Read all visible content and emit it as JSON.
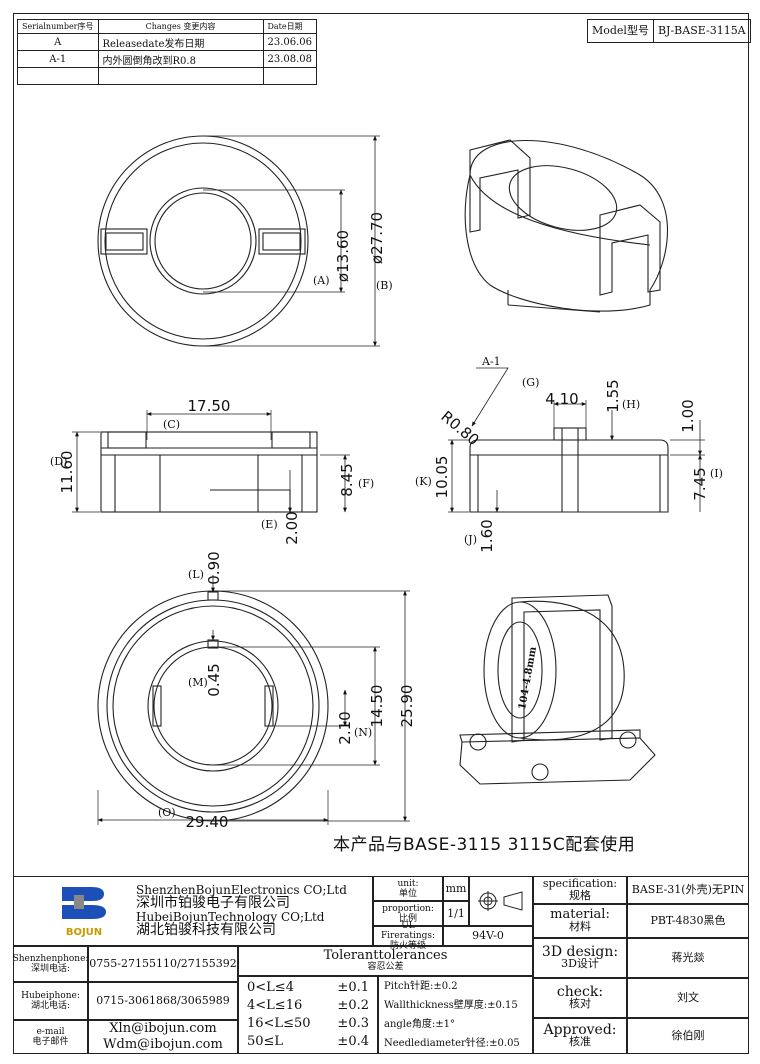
{
  "revision_table": {
    "headers": [
      "Serialnumber序号",
      "Changes 变更内容",
      "Date日期"
    ],
    "rows": [
      [
        "A",
        "Releasedate发布日期",
        "23.06.06"
      ],
      [
        "A-1",
        "内外圆倒角改到R0.8",
        "23.08.08"
      ]
    ]
  },
  "model": {
    "label": "Model型号",
    "value": "BJ-BASE-3115A"
  },
  "dimensions": {
    "top_view": {
      "inner_dia": "ø13.60",
      "outer_dia": "ø27.70",
      "label_a": "(A)",
      "label_b": "(B)"
    },
    "side_view": {
      "width": "17.50",
      "label_c": "(C)",
      "height": "11.60",
      "label_d": "(D)",
      "step": "2.00",
      "label_e": "(E)",
      "inner_h": "8.45",
      "label_f": "(F)"
    },
    "section_view": {
      "rev": "A-1",
      "chamfer": "R0.80",
      "slot_w": "4.10",
      "label_g": "(G)",
      "slot_d": "1.55",
      "label_h": "(H)",
      "top_t": "1.00",
      "side_h": "7.45",
      "label_i": "(I)",
      "total_h": "10.05",
      "label_k": "(K)",
      "foot": "1.60",
      "label_j": "(J)"
    },
    "bottom_view": {
      "rim": "0.90",
      "label_l": "(L)",
      "notch": "0.45",
      "label_m": "(M)",
      "inner": "14.50",
      "outer": "25.90",
      "tab": "2.10",
      "label_n": "(N)",
      "width": "29.40",
      "label_o": "(O)"
    },
    "iso_label": "104-4.8mm"
  },
  "note": "本产品与BASE-3115 3115C配套使用",
  "title_block": {
    "company": [
      "ShenzhenBojunElectronics CO;Ltd",
      "深圳市铂骏电子有限公司",
      "HubeiBojunTechnology CO;Ltd",
      "湖北铂骏科技有限公司"
    ],
    "logo_text": "BOJUN",
    "unit_label": "unit:",
    "unit_cn": "单位",
    "unit_value": "mm",
    "proportion_label": "proportion:",
    "proportion_cn": "比例",
    "proportion_value": "1/1",
    "ul_label": "UL Fireratings:",
    "ul_cn": "防火等级",
    "ul_value": "94V-0",
    "spec_label": "specification:",
    "spec_cn": "规格",
    "spec_value": "BASE-31(外壳)无PIN",
    "material_label": "material:",
    "material_cn": "材料",
    "material_value": "PBT-4830黑色",
    "design_label": "3D design:",
    "design_cn": "3D设计",
    "design_value": "蒋光燚",
    "check_label": "check:",
    "check_cn": "核对",
    "check_value": "刘文",
    "approved_label": "Approved:",
    "approved_cn": "核准",
    "approved_value": "徐伯刚",
    "sz_phone_label": "Shenzhenphone:",
    "sz_phone_cn": "深圳电话:",
    "sz_phone": "0755-27155110/27155392",
    "hb_phone_label": "Hubeiphone:",
    "hb_phone_cn": "湖北电话:",
    "hb_phone": "0715-3061868/3065989",
    "email_label": "e-mail",
    "email_cn": "电子邮件",
    "emails": [
      "Xln@ibojun.com",
      "Wdm@ibojun.com"
    ],
    "tol_title": "Toleranttolerances",
    "tol_cn": "容忍公差",
    "tolerances": [
      {
        "range": "0<L≤4",
        "value": "±0.1"
      },
      {
        "range": "4<L≤16",
        "value": "±0.2"
      },
      {
        "range": "16<L≤50",
        "value": "±0.3"
      },
      {
        "range": "50≤L",
        "value": "±0.4"
      }
    ],
    "specs": [
      "Pitch针距:±0.2",
      "Wallthickness壁厚度:±0.15",
      "angle角度:±1°",
      "Needlediameter针径:±0.05"
    ]
  }
}
